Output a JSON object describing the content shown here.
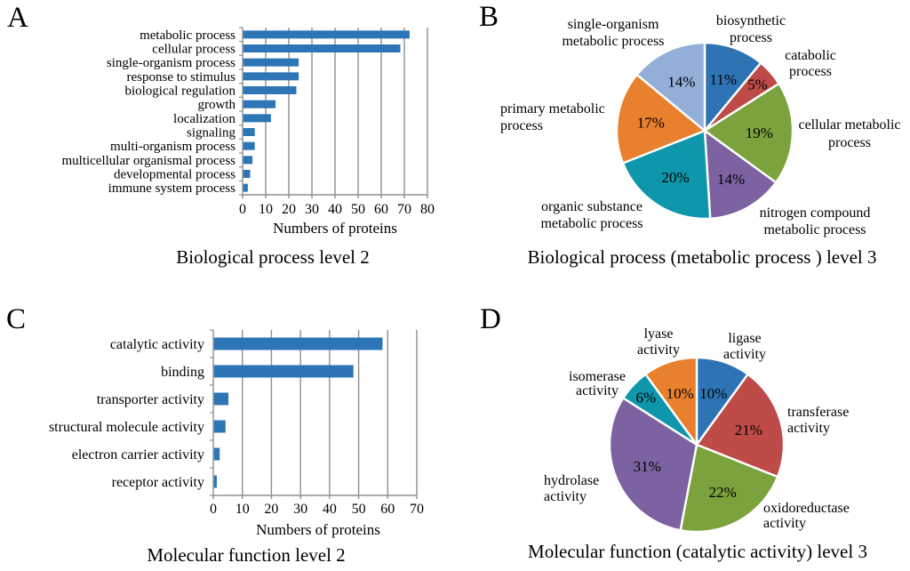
{
  "figure": {
    "background": "#ffffff",
    "grid_color": "#8f8f8f",
    "text_color": "#000000"
  },
  "chart_data": [
    {
      "id": "A",
      "panel_letter": "A",
      "type": "bar",
      "orientation": "horizontal",
      "title": "Biological process level 2",
      "xlabel": "Numbers of proteins",
      "xlim": [
        0,
        80
      ],
      "xticks": [
        0,
        10,
        20,
        30,
        40,
        50,
        60,
        70,
        80
      ],
      "grid": true,
      "bar_color": "#2E75B6",
      "categories": [
        "metabolic process",
        "cellular process",
        "single-organism process",
        "response to stimulus",
        "biological regulation",
        "growth",
        "localization",
        "signaling",
        "multi-organism process",
        "multicellular organismal process",
        "developmental process",
        "immune system process"
      ],
      "values": [
        72,
        68,
        24,
        24,
        23,
        14,
        12,
        5,
        5,
        4,
        3,
        2
      ]
    },
    {
      "id": "B",
      "panel_letter": "B",
      "type": "pie",
      "title": "Biological process (metabolic process ) level 3",
      "start_angle_deg": 0,
      "direction": "clockwise",
      "slices": [
        {
          "label_lines": [
            "biosynthetic",
            "process"
          ],
          "value": 11,
          "pct_label": "11%",
          "color": "#2E74B5"
        },
        {
          "label_lines": [
            "catabolic",
            "process"
          ],
          "value": 5,
          "pct_label": "5%",
          "color": "#BE4B48"
        },
        {
          "label_lines": [
            "cellular metabolic",
            "process"
          ],
          "value": 19,
          "pct_label": "19%",
          "color": "#7BA23D"
        },
        {
          "label_lines": [
            "nitrogen compound",
            "metabolic process"
          ],
          "value": 14,
          "pct_label": "14%",
          "color": "#7D62A2"
        },
        {
          "label_lines": [
            "organic substance",
            "metabolic process"
          ],
          "value": 20,
          "pct_label": "20%",
          "color": "#0E96AA"
        },
        {
          "label_lines": [
            "primary metabolic",
            "process"
          ],
          "value": 17,
          "pct_label": "17%",
          "color": "#E8802D"
        },
        {
          "label_lines": [
            "single-organism",
            "metabolic process"
          ],
          "value": 14,
          "pct_label": "14%",
          "color": "#94AFD7"
        }
      ]
    },
    {
      "id": "C",
      "panel_letter": "C",
      "type": "bar",
      "orientation": "horizontal",
      "title": "Molecular function level 2",
      "xlabel": "Numbers of proteins",
      "xlim": [
        0,
        70
      ],
      "xticks": [
        0,
        10,
        20,
        30,
        40,
        50,
        60,
        70
      ],
      "grid": true,
      "bar_color": "#2E75B6",
      "categories": [
        "catalytic activity",
        "binding",
        "transporter activity",
        "structural molecule activity",
        "electron carrier activity",
        "receptor activity"
      ],
      "values": [
        58,
        48,
        5,
        4,
        2,
        1
      ]
    },
    {
      "id": "D",
      "panel_letter": "D",
      "type": "pie",
      "title": "Molecular function (catalytic activity) level 3",
      "start_angle_deg": 0,
      "direction": "clockwise",
      "slices": [
        {
          "label_lines": [
            "ligase",
            "activity"
          ],
          "value": 10,
          "pct_label": "10%",
          "color": "#2E74B5"
        },
        {
          "label_lines": [
            "transferase",
            "activity"
          ],
          "value": 21,
          "pct_label": "21%",
          "color": "#BE4B48"
        },
        {
          "label_lines": [
            "oxidoreductase",
            "activity"
          ],
          "value": 22,
          "pct_label": "22%",
          "color": "#7BA23D"
        },
        {
          "label_lines": [
            "hydrolase",
            "activity"
          ],
          "value": 31,
          "pct_label": "31%",
          "color": "#7D62A2"
        },
        {
          "label_lines": [
            "isomerase",
            "activity"
          ],
          "value": 6,
          "pct_label": "6%",
          "color": "#0E96AA"
        },
        {
          "label_lines": [
            "lyase",
            "activity"
          ],
          "value": 10,
          "pct_label": "10%",
          "color": "#E8802D"
        }
      ]
    }
  ]
}
